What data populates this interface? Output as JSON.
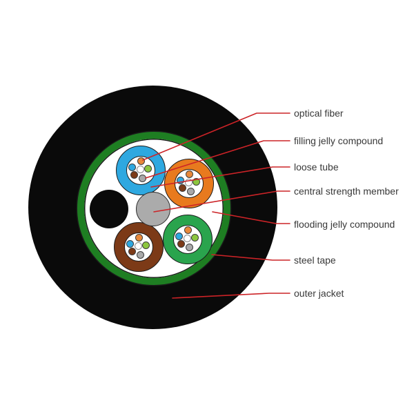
{
  "diagram": {
    "labels": [
      {
        "text": "optical fiber"
      },
      {
        "text": "filling jelly compound"
      },
      {
        "text": "loose tube"
      },
      {
        "text": "central strength member"
      },
      {
        "text": "flooding jelly compound"
      },
      {
        "text": "steel tape"
      },
      {
        "text": "outer jacket"
      }
    ],
    "colors": {
      "pointer_line": "#cc2327",
      "label_text": "#383838",
      "outer_jacket": "#0a0a0a",
      "steel_tape": "#1e7e22",
      "loose_tube_blue": "#2ea8e0",
      "loose_tube_orange": "#e87a1e",
      "loose_tube_green": "#2aa44d",
      "loose_tube_brown": "#7c3a17",
      "central_strength_member": "#ababab",
      "fiber_orange": "#e8883a",
      "fiber_blue": "#2ea8e0",
      "fiber_green": "#8cc63f",
      "fiber_brown": "#7c3a17",
      "fiber_gray": "#a9a9a9",
      "fiber_white": "#ffffff"
    }
  }
}
